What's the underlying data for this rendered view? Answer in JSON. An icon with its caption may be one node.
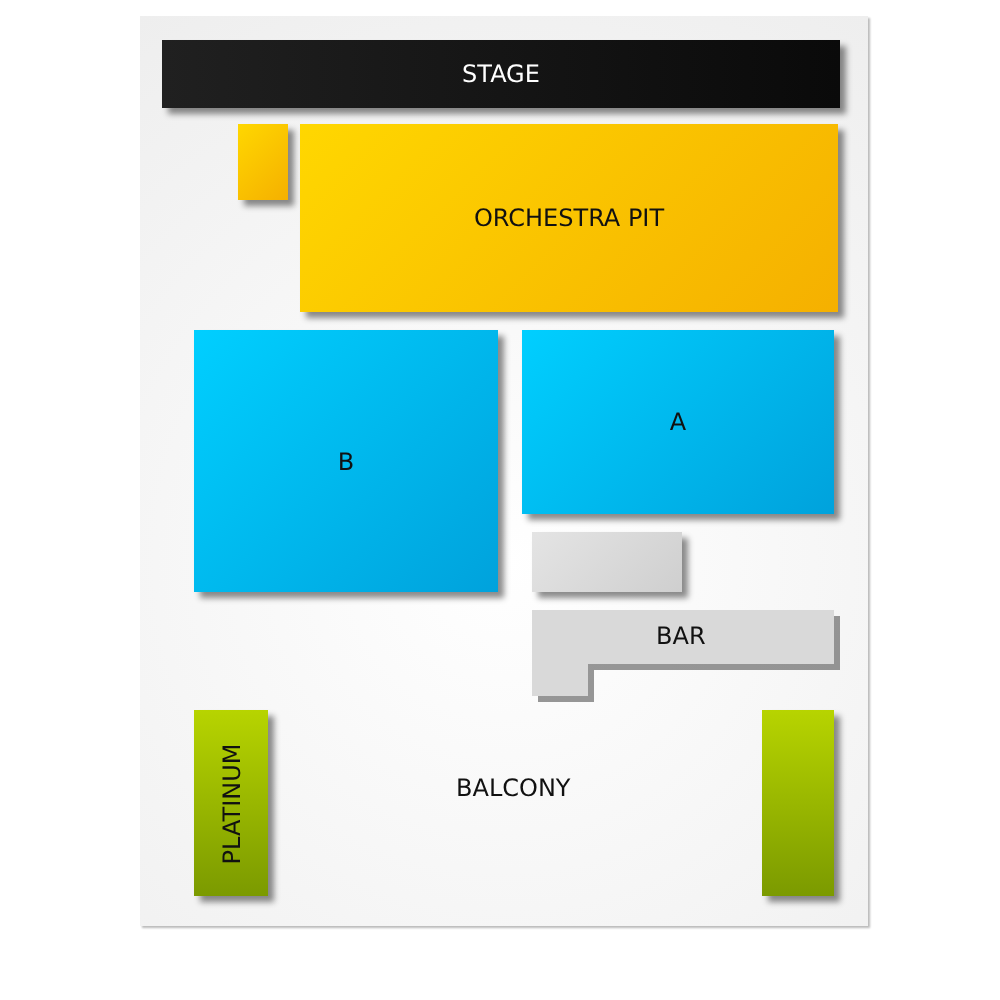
{
  "diagram": {
    "nodes": [
      {
        "text": [
          "BALCONY"
        ]
      },
      {
        "text": [
          "STAGE"
        ],
        "in": 0
      },
      {
        "text": [],
        "shape": "box",
        "in": 0
      },
      {
        "text": [
          "ORCHESTRA PIT"
        ],
        "in": 0
      },
      {
        "text": [
          "B"
        ],
        "in": 0
      },
      {
        "text": [
          "A"
        ],
        "in": 0
      },
      {
        "text": [],
        "shape": "box",
        "in": 0
      },
      {
        "text": [
          "BAR"
        ],
        "in": 0
      },
      {
        "text": [
          "PLATINUM"
        ],
        "in": 0
      },
      {
        "text": [],
        "shape": "box",
        "in": 0
      }
    ]
  }
}
